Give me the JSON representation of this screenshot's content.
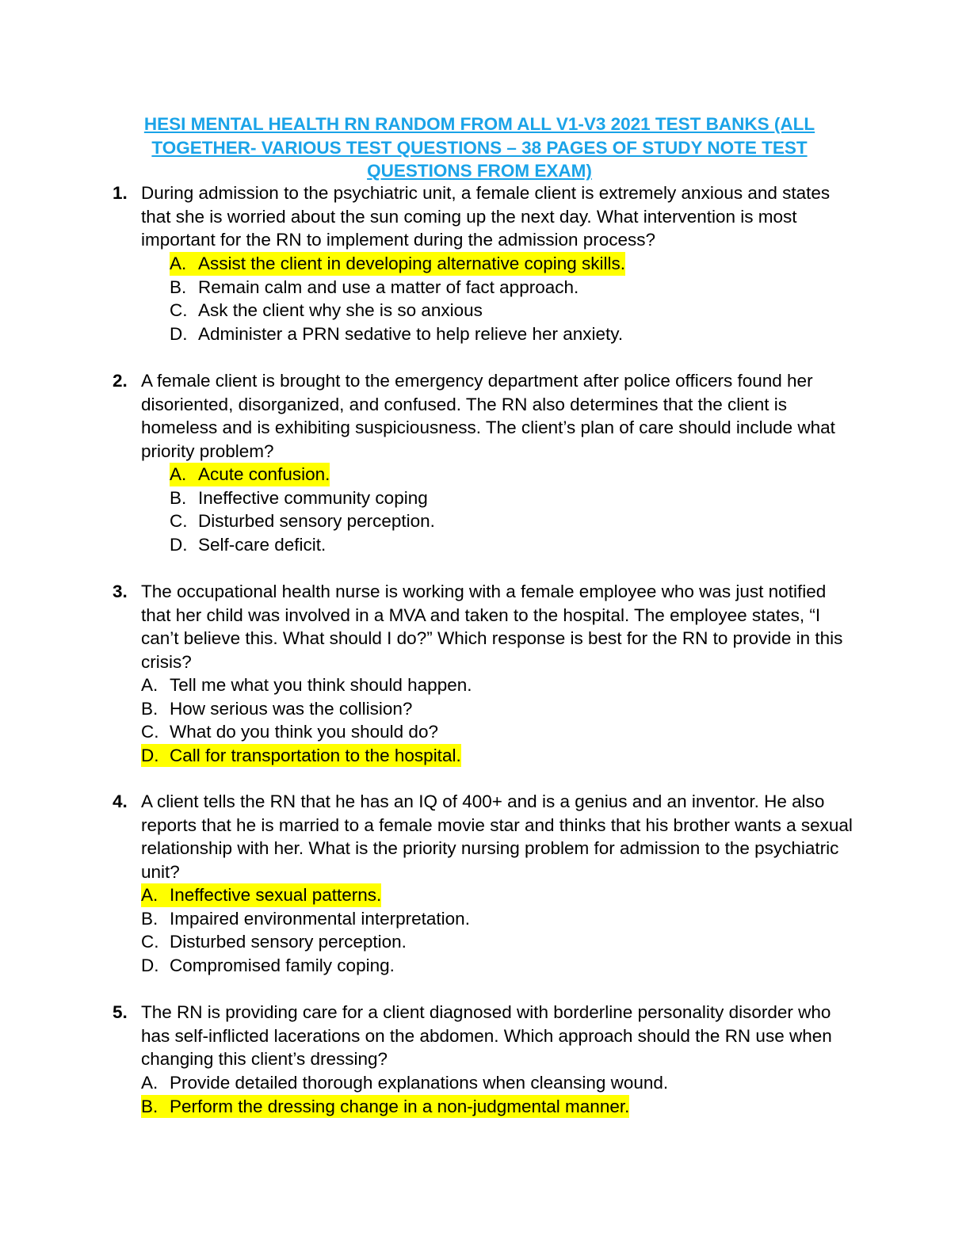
{
  "document": {
    "title_lines": [
      "HESI MENTAL HEALTH RN RANDOM FROM ALL V1-V3 2021 TEST BANKS (ALL",
      "TOGETHER- VARIOUS TEST QUESTIONS – 38 PAGES OF STUDY NOTE TEST",
      "QUESTIONS FROM EXAM)"
    ],
    "highlight_color": "#ffff00",
    "title_color": "#1aa3e8"
  },
  "questions": [
    {
      "number": "1.",
      "text": "During admission to the psychiatric unit, a female client is extremely anxious and states that she is worried about the sun coming up the next day. What intervention is most important for the RN to implement during the admission process?",
      "options": [
        {
          "letter": "A.",
          "text": "Assist the client in developing alternative coping skills.",
          "highlighted": true
        },
        {
          "letter": "B.",
          "text": "Remain calm and use a matter of fact approach.",
          "highlighted": false
        },
        {
          "letter": "C.",
          "text": "Ask the client why she is so anxious",
          "highlighted": false
        },
        {
          "letter": "D.",
          "text": "Administer a PRN sedative to help relieve her anxiety.",
          "highlighted": false
        }
      ]
    },
    {
      "number": "2.",
      "text": "A female client is brought to the emergency department after police officers found her disoriented, disorganized, and confused. The RN also determines that the client is homeless and is exhibiting suspiciousness. The client’s plan of care should include what priority problem?",
      "options": [
        {
          "letter": "A.",
          "text": "Acute confusion.",
          "highlighted": true
        },
        {
          "letter": "B.",
          "text": "Ineffective community coping",
          "highlighted": false
        },
        {
          "letter": "C.",
          "text": "Disturbed sensory perception.",
          "highlighted": false
        },
        {
          "letter": "D.",
          "text": "Self-care deficit.",
          "highlighted": false
        }
      ]
    },
    {
      "number": "3.",
      "text": "The occupational health nurse is working with a female employee who was just notified that her child was involved in a MVA and taken to the hospital. The employee states, “I can’t believe this. What should I do?” Which response is best for the RN to provide in this crisis?",
      "options": [
        {
          "letter": "A.",
          "text": "Tell me what you think should happen.",
          "highlighted": false
        },
        {
          "letter": "B.",
          "text": "How serious was the collision?",
          "highlighted": false
        },
        {
          "letter": "C.",
          "text": "What do you think you should do?",
          "highlighted": false
        },
        {
          "letter": "D.",
          "text": "Call for transportation to the hospital.",
          "highlighted": true
        }
      ]
    },
    {
      "number": "4.",
      "text": "A client tells the RN that he has an IQ of 400+ and is a genius and an inventor. He also reports that he is married to a female movie star and thinks that his brother wants a sexual relationship with her. What is the priority nursing problem for admission to the psychiatric unit?",
      "options": [
        {
          "letter": "A.",
          "text": "Ineffective sexual patterns.",
          "highlighted": true
        },
        {
          "letter": "B.",
          "text": "Impaired environmental interpretation.",
          "highlighted": false
        },
        {
          "letter": "C.",
          "text": "Disturbed sensory perception.",
          "highlighted": false
        },
        {
          "letter": "D.",
          "text": "Compromised family coping.",
          "highlighted": false
        }
      ]
    },
    {
      "number": "5.",
      "text": "The RN is providing care for a client diagnosed with borderline personality disorder who has self-inflicted lacerations on the abdomen. Which approach should the RN use when changing this client’s dressing?",
      "options": [
        {
          "letter": "A.",
          "text": "Provide detailed thorough explanations when cleansing wound.",
          "highlighted": false
        },
        {
          "letter": "B.",
          "text": "Perform the dressing change in a non-judgmental manner.",
          "highlighted": true
        }
      ]
    }
  ]
}
